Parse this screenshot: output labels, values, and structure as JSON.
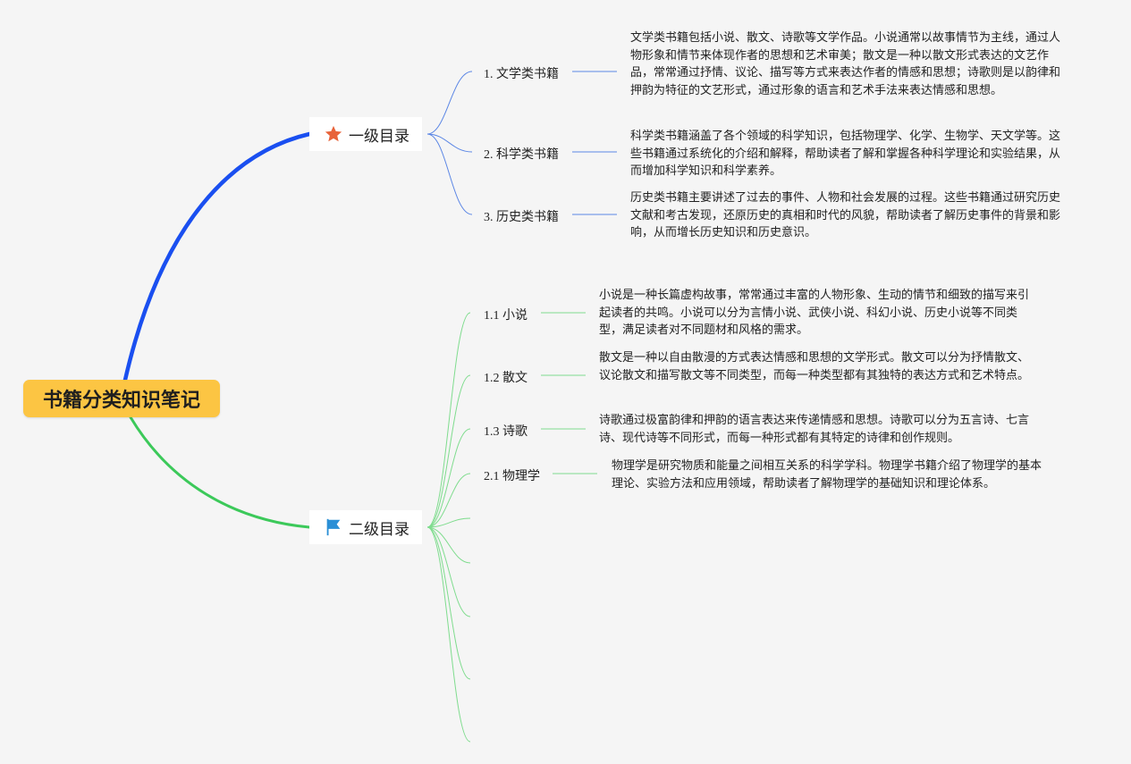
{
  "root": {
    "label": "书籍分类知识笔记"
  },
  "level1": {
    "label": "一级目录",
    "icon": "star-icon",
    "color": "#1a4ff0",
    "items": [
      {
        "label": "1. 文学类书籍",
        "desc": "文学类书籍包括小说、散文、诗歌等文学作品。小说通常以故事情节为主线，通过人物形象和情节来体现作者的思想和艺术审美；散文是一种以散文形式表达的文艺作品，常常通过抒情、议论、描写等方式来表达作者的情感和思想；诗歌则是以韵律和押韵为特征的文艺形式，通过形象的语言和艺术手法来表达情感和思想。"
      },
      {
        "label": "2. 科学类书籍",
        "desc": "科学类书籍涵盖了各个领域的科学知识，包括物理学、化学、生物学、天文学等。这些书籍通过系统化的介绍和解释，帮助读者了解和掌握各种科学理论和实验结果，从而增加科学知识和科学素养。"
      },
      {
        "label": "3. 历史类书籍",
        "desc": "历史类书籍主要讲述了过去的事件、人物和社会发展的过程。这些书籍通过研究历史文献和考古发现，还原历史的真相和时代的风貌，帮助读者了解历史事件的背景和影响，从而增长历史知识和历史意识。"
      }
    ]
  },
  "level2": {
    "label": "二级目录",
    "icon": "flag-icon",
    "color": "#3cc95a",
    "items": [
      {
        "label": "1.1 小说",
        "desc": "小说是一种长篇虚构故事，常常通过丰富的人物形象、生动的情节和细致的描写来引起读者的共鸣。小说可以分为言情小说、武侠小说、科幻小说、历史小说等不同类型，满足读者对不同题材和风格的需求。"
      },
      {
        "label": "1.2 散文",
        "desc": "散文是一种以自由散漫的方式表达情感和思想的文学形式。散文可以分为抒情散文、议论散文和描写散文等不同类型，而每一种类型都有其独特的表达方式和艺术特点。"
      },
      {
        "label": "1.3 诗歌",
        "desc": "诗歌通过极富韵律和押韵的语言表达来传递情感和思想。诗歌可以分为五言诗、七言诗、现代诗等不同形式，而每一种形式都有其特定的诗律和创作规则。"
      },
      {
        "label": "2.1 物理学",
        "desc": "物理学是研究物质和能量之间相互关系的科学学科。物理学书籍介绍了物理学的基本理论、实验方法和应用领域，帮助读者了解物理学的基础知识和理论体系。"
      },
      {
        "label": "",
        "desc": ""
      },
      {
        "label": "",
        "desc": ""
      },
      {
        "label": "",
        "desc": ""
      },
      {
        "label": "",
        "desc": ""
      },
      {
        "label": "",
        "desc": ""
      }
    ]
  },
  "colors": {
    "root_bg": "#fcc543",
    "level1_line": "#1a4ff0",
    "level1_leaf_line": "#5b86e5",
    "level2_line": "#3cc95a",
    "level2_leaf_line": "#7fdc8e",
    "star": "#e8633a",
    "flag": "#2b8fd6"
  }
}
